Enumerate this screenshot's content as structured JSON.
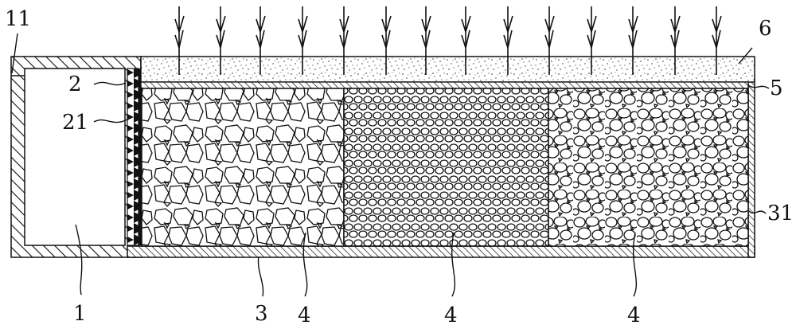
{
  "labels": {
    "l11": "11",
    "l2": "2",
    "l21": "21",
    "l6": "6",
    "l5": "5",
    "l31": "31",
    "l1": "1",
    "l3": "3",
    "l4a": "4",
    "l4b": "4",
    "l4c": "4"
  },
  "colors": {
    "stroke": "#111111",
    "background": "#ffffff"
  }
}
